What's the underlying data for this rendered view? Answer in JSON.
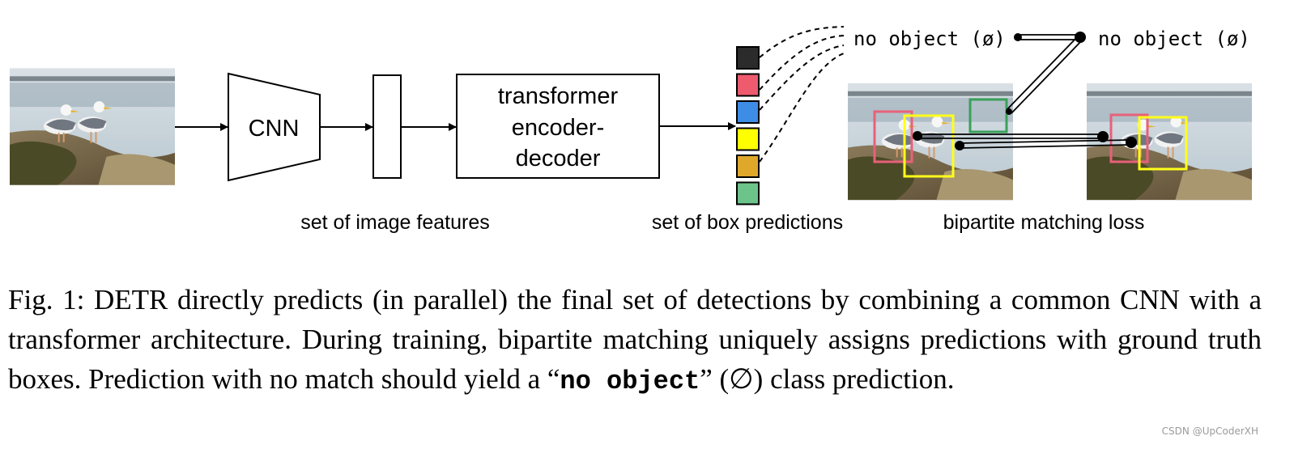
{
  "diagram": {
    "cnn_label": "CNN",
    "transformer_lines": [
      "transformer",
      "encoder-",
      "decoder"
    ],
    "image_features_label": "set of image features",
    "box_predictions_label": "set of box predictions",
    "matching_loss_label": "bipartite matching loss",
    "no_object_left": "no object (ø)",
    "no_object_right": "no object (ø)",
    "prediction_colors": [
      "#2b2b2b",
      "#ee5a6e",
      "#3d8de6",
      "#ffff00",
      "#e0a82a",
      "#6cc48a"
    ],
    "box_colors": {
      "pink": "#e8607a",
      "yellow": "#ffff1a",
      "green": "#3aa05a"
    }
  },
  "caption": {
    "prefix": "Fig. 1: DETR directly predicts (in parallel) the final set of detections by combining a common CNN with a transformer architecture. During training, bipartite matching uniquely assigns predictions with ground truth boxes. Prediction with no match should yield a “",
    "code": "no object",
    "suffix": "” (∅) class prediction."
  },
  "watermark": "CSDN @UpCoderXH"
}
